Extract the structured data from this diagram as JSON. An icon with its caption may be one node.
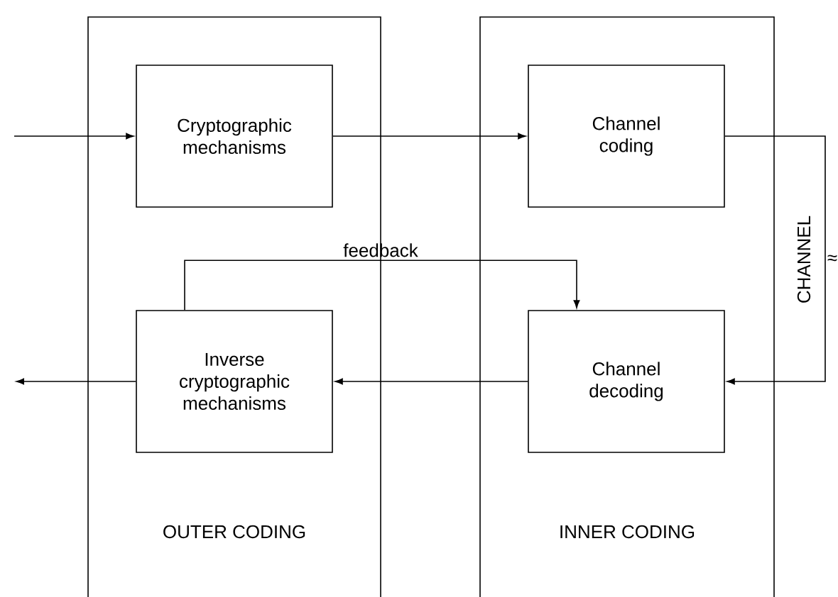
{
  "diagram": {
    "nodes": [
      {
        "text": [
          "OUTER CODING"
        ]
      },
      {
        "text": [
          "INNER CODING"
        ]
      },
      {
        "text": [
          "Cryptographic mechanisms"
        ],
        "in": 0
      },
      {
        "text": [
          "Inverse cryptographic mechanisms"
        ],
        "in": 0
      },
      {
        "text": [
          "Channel coding"
        ],
        "in": 1
      },
      {
        "text": [
          "Channel decoding"
        ],
        "in": 1
      }
    ],
    "edges": [
      {
        "from": null,
        "to": 2,
        "arrow": "to"
      },
      {
        "from": 2,
        "to": 4,
        "arrow": "to"
      },
      {
        "from": 4,
        "to": 5,
        "arrow": "to",
        "label": "CHANNEL"
      },
      {
        "from": 5,
        "to": 3,
        "arrow": "to"
      },
      {
        "from": 3,
        "to": null,
        "arrow": "to"
      },
      {
        "from": 3,
        "to": 5,
        "arrow": "to",
        "label": "feedback"
      }
    ],
    "labels": [
      "≈"
    ]
  }
}
